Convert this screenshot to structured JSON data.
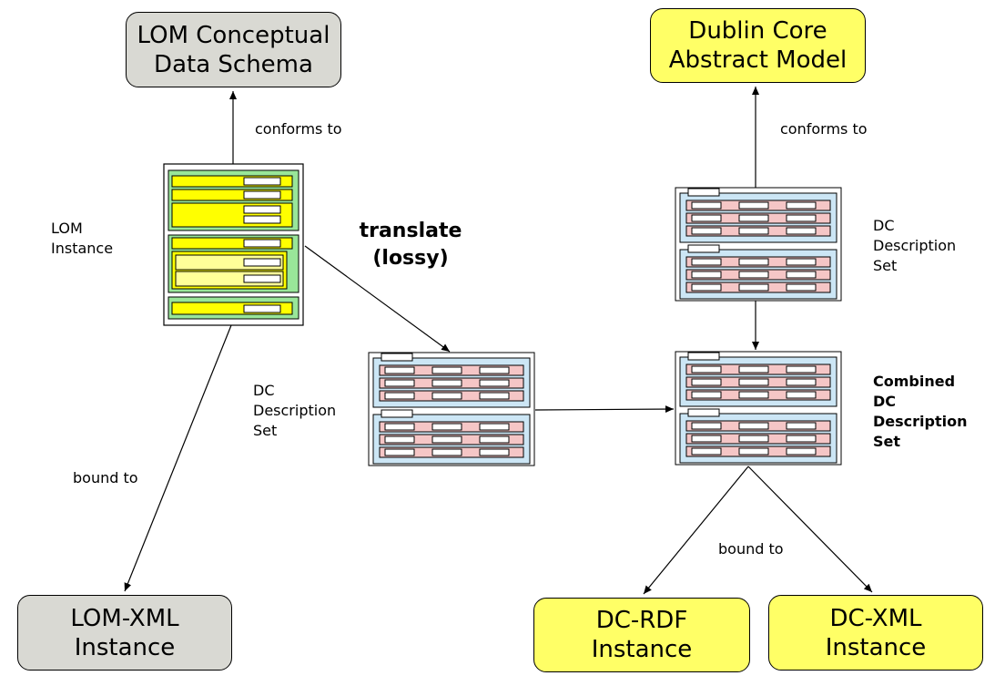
{
  "nodes": {
    "lom_schema": "LOM Conceptual\nData Schema",
    "dc_model": "Dublin Core\nAbstract Model",
    "lom_xml": "LOM-XML\nInstance",
    "dc_rdf": "DC-RDF\nInstance",
    "dc_xml": "DC-XML\nInstance"
  },
  "labels": {
    "conforms_left": "conforms to",
    "conforms_right": "conforms to",
    "lom_instance": "LOM\nInstance",
    "translate": "translate\n(lossy)",
    "dc_set_middle": "DC\nDescription\nSet",
    "dc_set_right": "DC\nDescription\nSet",
    "combined": "Combined\nDC\nDescription\nSet",
    "bound_left": "bound to",
    "bound_right": "bound to"
  },
  "colors": {
    "grey_box": "#d9d9d3",
    "yellow_box": "#ffff66",
    "lom_green": "#99e699",
    "lom_yellow": "#ffff00",
    "lom_light_yellow": "#ffff99",
    "dc_blue": "#cce6f5",
    "dc_pink": "#f5c6c6"
  }
}
